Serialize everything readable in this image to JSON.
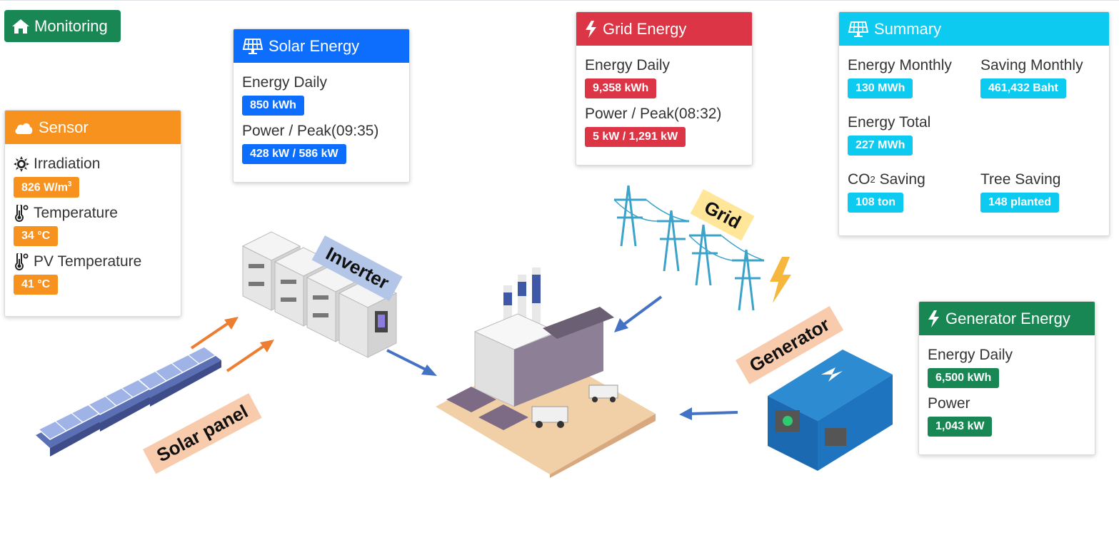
{
  "monitoring_button": {
    "label": "Monitoring"
  },
  "sensor": {
    "title": "Sensor",
    "irradiation": {
      "label": "Irradiation",
      "value": "826 W/m",
      "sup": "3"
    },
    "temperature": {
      "label": "Temperature",
      "value": "34 °C"
    },
    "pv_temperature": {
      "label": "PV Temperature",
      "value": "41 °C"
    }
  },
  "solar": {
    "title": "Solar Energy",
    "energy_daily_label": "Energy Daily",
    "energy_daily_value": "850 kWh",
    "power_label": "Power / Peak(09:35)",
    "power_value": "428 kW / 586 kW"
  },
  "grid": {
    "title": "Grid Energy",
    "energy_daily_label": "Energy Daily",
    "energy_daily_value": "9,358 kWh",
    "power_label": "Power / Peak(08:32)",
    "power_value": "5 kW / 1,291 kW"
  },
  "summary": {
    "title": "Summary",
    "energy_monthly_label": "Energy Monthly",
    "energy_monthly_value": "130 MWh",
    "saving_monthly_label": "Saving Monthly",
    "saving_monthly_value": "461,432 Baht",
    "energy_total_label": "Energy Total",
    "energy_total_value": "227 MWh",
    "co2_label_pre": "CO",
    "co2_label_sub": "2",
    "co2_label_post": " Saving",
    "co2_value": "108 ton",
    "tree_label": "Tree Saving",
    "tree_value": "148 planted"
  },
  "generator": {
    "title": "Generator Energy",
    "energy_daily_label": "Energy Daily",
    "energy_daily_value": "6,500 kWh",
    "power_label": "Power",
    "power_value": "1,043 kW"
  },
  "diagram_labels": {
    "inverter": "Inverter",
    "grid": "Grid",
    "generator": "Generator",
    "solar_panel": "Solar panel"
  },
  "colors": {
    "sensor": "#f7921e",
    "solar": "#0d6efd",
    "grid": "#dc3545",
    "summary": "#0dcaf0",
    "generator": "#198754",
    "flow_arrow_blue": "#4472c4",
    "flow_arrow_orange": "#ed7d31"
  },
  "icons": {
    "monitoring": "home-icon",
    "sensor": "cloud-icon",
    "solar": "solar-panel-icon",
    "grid": "bolt-icon",
    "summary": "solar-panel-icon",
    "generator": "bolt-icon",
    "irradiation": "sun-icon",
    "temperature": "thermometer-icon"
  }
}
